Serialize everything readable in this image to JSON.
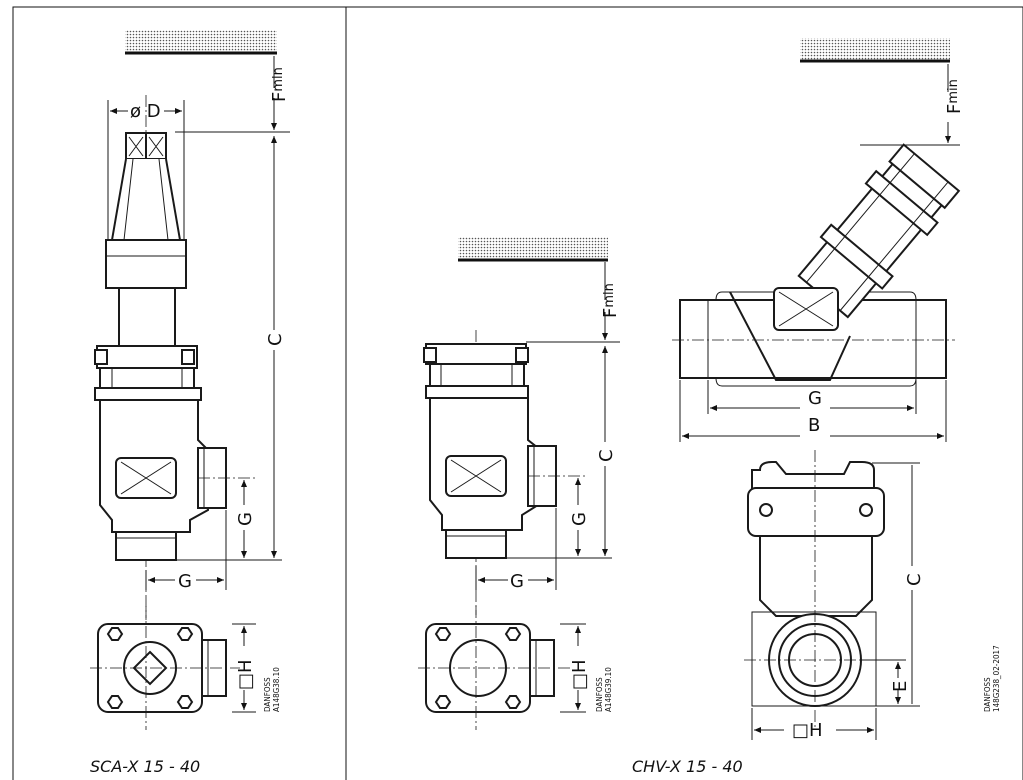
{
  "figure": {
    "left_caption": "SCA-X 15 - 40",
    "right_caption": "CHV-X 15 - 40",
    "dimensions": {
      "D": "ø D",
      "F": "F",
      "F_sub": "min",
      "C": "C",
      "G": "G",
      "H": "□H",
      "B": "B",
      "E": "E"
    },
    "refs": {
      "sca_line1": "DANFOSS",
      "sca_line2": "A148G38.10",
      "chv_angle_line1": "DANFOSS",
      "chv_angle_line2": "A148G39.10",
      "chv_line1": "DANFOSS",
      "chv_line2": "148G238_02-2017"
    }
  }
}
